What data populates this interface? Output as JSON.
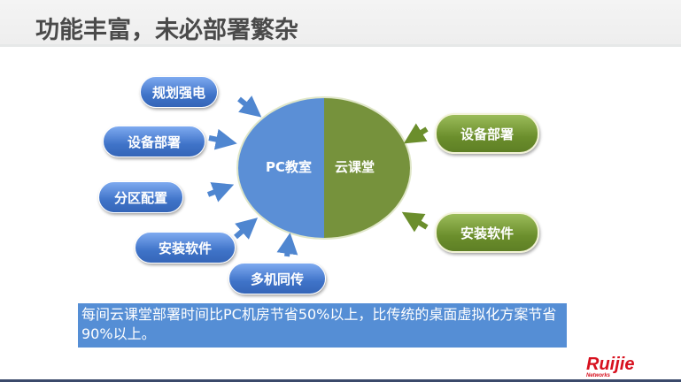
{
  "title": "功能丰富，未必部署繁杂",
  "center": {
    "left": "PC教室",
    "right": "云课堂"
  },
  "left_items": [
    "规划强电",
    "设备部署",
    "分区配置",
    "安装软件",
    "多机同传"
  ],
  "right_items": [
    "设备部署",
    "安装软件"
  ],
  "note": "每间云课堂部署时间比PC机房节省50%以上，比传统的桌面虚拟化方案节省90%以上。",
  "logo": {
    "brand": "Ruijie",
    "sub": "Networks"
  },
  "colors": {
    "blue": "#558ed5",
    "green": "#76923c",
    "logo_red": "#d7101e"
  }
}
